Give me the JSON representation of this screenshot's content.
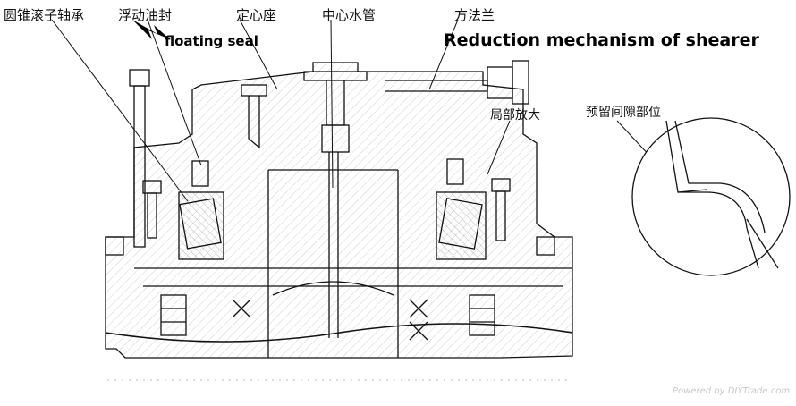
{
  "title": "Reduction mechanism of shearer",
  "labels": {
    "tapered_roller_bearing": "圆锥滚子轴承",
    "floating_oil_seal": "浮动油封",
    "floating_seal": "floating seal",
    "centering_seat": "定心座",
    "center_water_pipe": "中心水管",
    "square_flange": "方法兰",
    "local_enlargement": "局部放大",
    "reserved_gap": "预留间隙部位"
  },
  "watermark": "Powered by DIYTrade.com",
  "colors": {
    "line": "#111111",
    "hatch": "#555555",
    "text": "#000000",
    "watermark": "#c8c8c8"
  }
}
